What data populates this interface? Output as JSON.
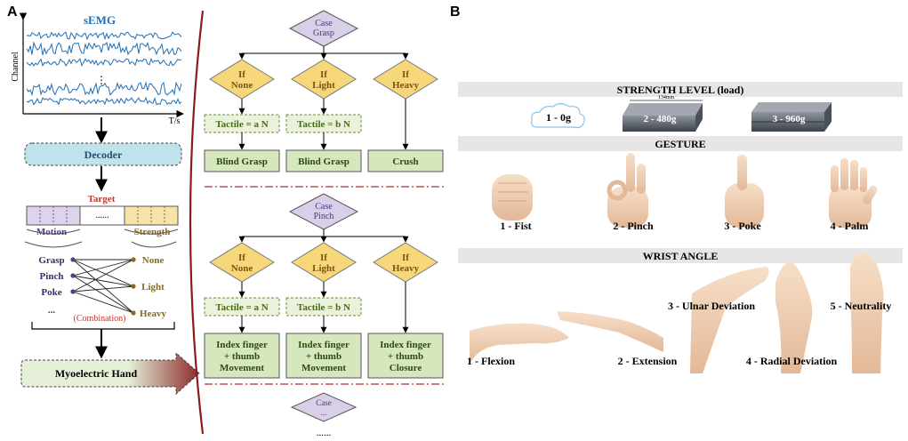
{
  "panel_a": {
    "label": "A",
    "semg": {
      "title": "sEMG",
      "y_axis_label": "Channel",
      "x_axis_label": "T/s",
      "dots": "⋮"
    },
    "decoder": "Decoder",
    "target": "Target",
    "target_dots": "......",
    "motion_label": "Motion",
    "strength_label": "Strength",
    "motions": [
      "Grasp",
      "Pinch",
      "Poke",
      "..."
    ],
    "strengths": [
      "None",
      "Light",
      "Heavy"
    ],
    "combination": "(Combination)",
    "myoelectric_hand": "Myoelectric Hand",
    "grasp_flow": {
      "case": [
        "Case",
        "Grasp"
      ],
      "ifs": [
        [
          "If",
          "None"
        ],
        [
          "If",
          "Light"
        ],
        [
          "If",
          "Heavy"
        ]
      ],
      "tactile": [
        "Tactile = a N",
        "Tactile = b N"
      ],
      "outcomes": [
        [
          "Blind Grasp"
        ],
        [
          "Blind Grasp"
        ],
        [
          "Crush"
        ]
      ]
    },
    "pinch_flow": {
      "case": [
        "Case",
        "Pinch"
      ],
      "ifs": [
        [
          "If",
          "None"
        ],
        [
          "If",
          "Light"
        ],
        [
          "If",
          "Heavy"
        ]
      ],
      "tactile": [
        "Tactile = a N",
        "Tactile = b N"
      ],
      "outcomes": [
        [
          "Index finger",
          "+ thumb",
          "Movement"
        ],
        [
          "Index finger",
          "+ thumb",
          "Movement"
        ],
        [
          "Index finger",
          "+ thumb",
          "Closure"
        ]
      ]
    },
    "more_case": [
      "Case",
      "..."
    ],
    "bottom_dots": "......"
  },
  "panel_b": {
    "label": "B",
    "strength_header": "STRENGTH LEVEL (load)",
    "loads": [
      "1 - 0g",
      "2 - 480g",
      "3 - 960g"
    ],
    "dimension_label": "134mm",
    "gesture_header": "GESTURE",
    "gestures": [
      "1 - Fist",
      "2 - Pinch",
      "3 - Poke",
      "4 - Palm"
    ],
    "wrist_header": "WRIST ANGLE",
    "wrist_angles": [
      "1 - Flexion",
      "2 - Extension",
      "3 - Ulnar Deviation",
      "4 - Radial Deviation",
      "5 - Neutrality"
    ]
  },
  "colors": {
    "signal": "#1f6fb5",
    "case_fill": "#d9cfe8",
    "if_fill": "#f6d77a",
    "tactile_fill": "#eaf2dc",
    "outcome_fill": "#d6e6bd",
    "decoder_fill": "#bfe3ea",
    "divider": "#b03030",
    "header_bar": "#e6e6e6",
    "skin": "#f1d1b6"
  }
}
